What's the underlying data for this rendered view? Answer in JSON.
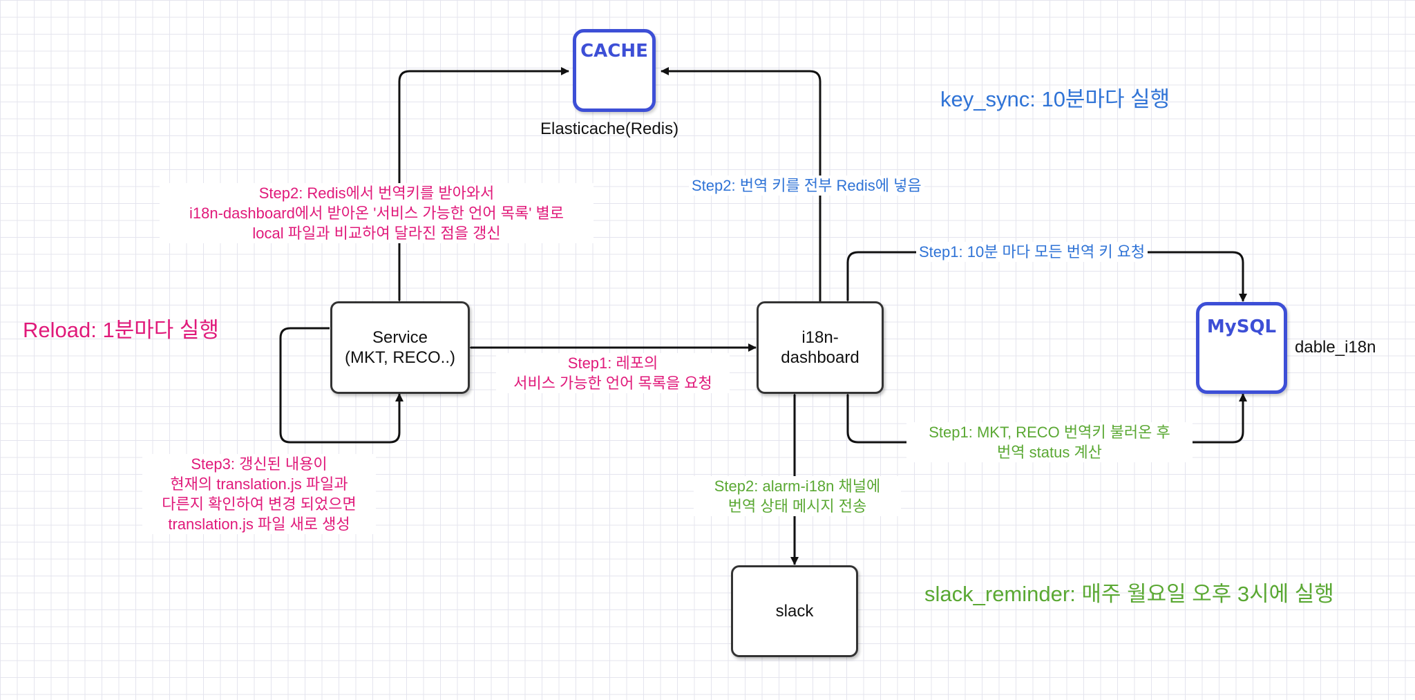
{
  "nodes": {
    "cache": {
      "label": "CACHE",
      "caption": "Elasticache(Redis)"
    },
    "service": {
      "line1": "Service",
      "line2": "(MKT, RECO..)"
    },
    "dashboard": {
      "line1": "i18n-",
      "line2": "dashboard"
    },
    "mysql": {
      "label": "MySQL",
      "caption": "dable_i18n"
    },
    "slack": {
      "label": "slack"
    }
  },
  "schedules": {
    "key_sync": "key_sync: 10분마다 실행",
    "reload": "Reload: 1분마다 실행",
    "slack_reminder": "slack_reminder: 매주 월요일 오후 3시에 실행"
  },
  "edges": {
    "service_redis": {
      "line1": "Step2: Redis에서 번역키를 받아와서",
      "line2": "i18n-dashboard에서 받아온 '서비스 가능한 언어 목록' 별로",
      "line3": "local 파일과 비교하여 달라진 점을 갱신"
    },
    "dashboard_redis": {
      "line1": "Step2: 번역 키를 전부 Redis에 넣음"
    },
    "service_dashboard": {
      "line1": "Step1: 레포의",
      "line2": "서비스 가능한 언어 목록을 요청"
    },
    "service_self": {
      "line1": "Step3: 갱신된 내용이",
      "line2": "현재의 translation.js 파일과",
      "line3": "다른지 확인하여 변경 되었으면",
      "line4": "translation.js 파일 새로 생성"
    },
    "dashboard_mysql_top": {
      "line1": "Step1: 10분 마다 모든 번역 키 요청"
    },
    "dashboard_mysql_bottom": {
      "line1": "Step1: MKT, RECO 번역키 불러온 후",
      "line2": "번역 status 계산"
    },
    "dashboard_slack": {
      "line1": "Step2: alarm-i18n 채널에",
      "line2": "번역 상태 메시지 전송"
    }
  },
  "colors": {
    "pink": "#e0197a",
    "blue": "#2f73d6",
    "green": "#5aa833",
    "db_border": "#3d4fd6",
    "node_border": "#333333"
  }
}
